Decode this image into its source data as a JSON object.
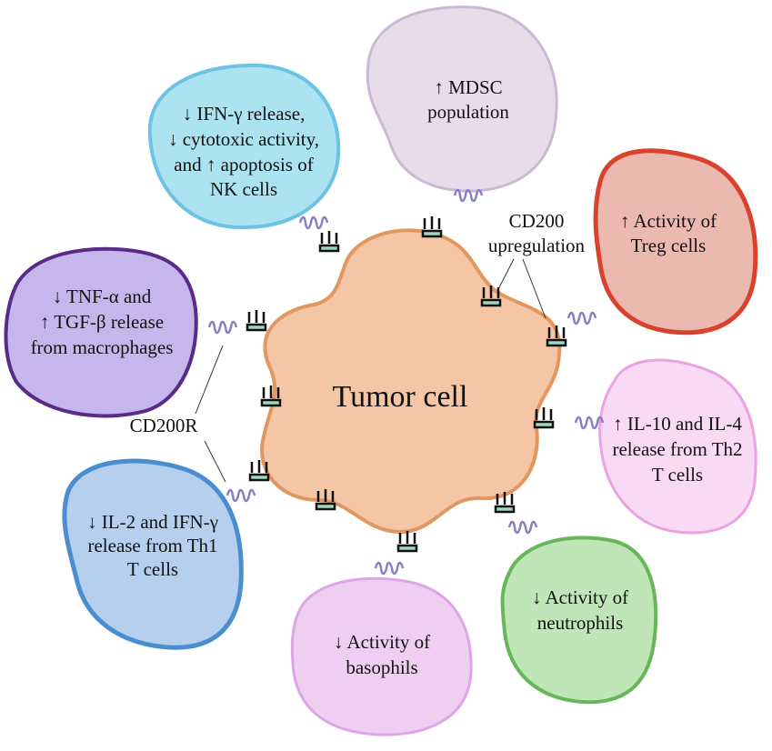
{
  "center": {
    "label": "Tumor cell"
  },
  "annotations": {
    "cd200": [
      "CD200",
      "upregulation"
    ],
    "cd200r": "CD200R"
  },
  "cells": {
    "nk": {
      "lines": [
        "↓ IFN-γ release,",
        "↓ cytotoxic activity,",
        "and ↑ apoptosis of",
        "NK cells"
      ],
      "fill": "#abe3f1",
      "stroke": "#6cc3e3"
    },
    "mdsc": {
      "lines": [
        "↑ MDSC",
        "population"
      ],
      "fill": "#e7dce9",
      "stroke": "#cbb9d3"
    },
    "treg": {
      "lines": [
        "↑ Activity of",
        "Treg cells"
      ],
      "fill": "#ecb9b1",
      "stroke": "#d9432e"
    },
    "macrophage": {
      "lines": [
        "↓ TNF-α and",
        "↑ TGF-β release",
        "from macrophages"
      ],
      "fill": "#c5b6ec",
      "stroke": "#5a2a88"
    },
    "th2": {
      "lines": [
        "↑ IL-10 and IL-4",
        "release from Th2",
        "T cells"
      ],
      "fill": "#f9daf4",
      "stroke": "#eba2e1"
    },
    "th1": {
      "lines": [
        "↓ IL-2 and IFN-γ",
        "release from Th1",
        "T cells"
      ],
      "fill": "#b6cfee",
      "stroke": "#4a8ed0"
    },
    "basophils": {
      "lines": [
        "↓ Activity of",
        "basophils"
      ],
      "fill": "#eecef1",
      "stroke": "#dea5e6"
    },
    "neutrophils": {
      "lines": [
        "↓ Activity of",
        "neutrophils"
      ],
      "fill": "#c0e5b7",
      "stroke": "#68b65a"
    }
  },
  "tumor_colors": {
    "fill": "#f4c6a6",
    "stroke": "#e1975f"
  }
}
